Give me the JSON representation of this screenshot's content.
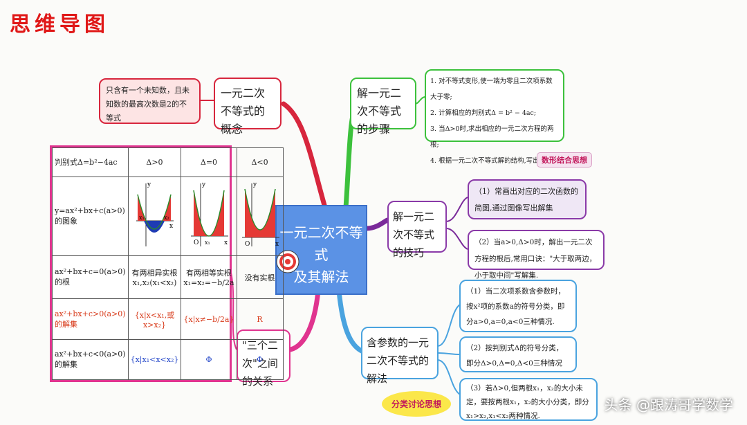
{
  "title": "思维导图",
  "center": {
    "line1": "一元二次不等式",
    "line2": "及其解法"
  },
  "concept": {
    "label": "一元二次不等式的概念",
    "definition": "只含有一个未知数，且未知数的最高次数是2的不等式"
  },
  "steps": {
    "label": "解一元二次不等式的步骤",
    "items": [
      "1. 对不等式变形,使一端为零且二次项系数大于零;",
      "2. 计算相应的判别式Δ = b² − 4ac;",
      "3. 当Δ>0时,求出相应的一元二次方程的两根;",
      "4. 根据一元二次不等式解的结构,写出其解."
    ]
  },
  "tips": {
    "label": "解一元二次不等式的技巧",
    "tag": "数形结合思想",
    "items": [
      "（1）常画出对应的二次函数的简图,通过图像写出解集",
      "（2）当a>0,Δ>0时，解出一元二次方程的根后,常用口诀：\"大于取两边，小于取中间\"写解集."
    ]
  },
  "param": {
    "label": "含参数的一元二次不等式的解法",
    "tag": "分类讨论思想",
    "items": [
      "（1）当二次项系数含参数时，按x²项的系数a的符号分类，即分a>0,a=0,a<0三种情况.",
      "（2）按判别式Δ的符号分类，即分Δ>0,Δ=0,Δ<0三种情况",
      "（3）若Δ>0,但两根x₁，x₂的大小未定，要按两根x₁，x₂的大小分类，即分x₁>x₂,x₁<x₂两种情况."
    ]
  },
  "three": {
    "label": "\"三个二次\"之间的关系",
    "table": {
      "header": [
        "判别式Δ=b²−4ac",
        "Δ>0",
        "Δ=0",
        "Δ<0"
      ],
      "rows": [
        [
          "y=ax²+bx+c(a>0)的图象",
          "",
          "",
          ""
        ],
        [
          "ax²+bx+c=0(a>0)的根",
          "有两相异实根x₁,x₂(x₁<x₂)",
          "有两相等实根x₁=x₂=−b/2a",
          "没有实根"
        ],
        [
          "ax²+bx+c>0(a>0)的解集",
          "{x|x<x₁,或x>x₂}",
          "{x|x≠−b/2a}",
          "R"
        ],
        [
          "ax²+bx+c<0(a>0)的解集",
          "{x|x₁<x<x₂}",
          "Φ",
          "Φ"
        ]
      ]
    },
    "graph_labels": {
      "y": "y",
      "x": "x",
      "o": "O",
      "x1": "x₁",
      "x2": "x₂"
    }
  },
  "watermark": "头条 @跟涛哥学数学"
}
